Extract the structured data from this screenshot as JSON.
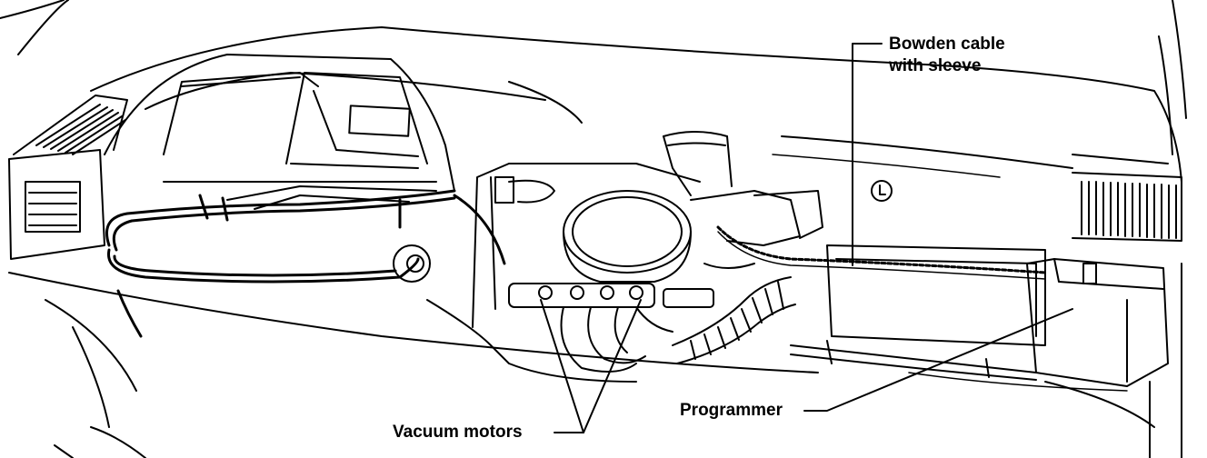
{
  "labels": {
    "bowden_line1": "Bowden cable",
    "bowden_line2": "with sleeve",
    "programmer": "Programmer",
    "vacuum_motors": "Vacuum motors"
  }
}
